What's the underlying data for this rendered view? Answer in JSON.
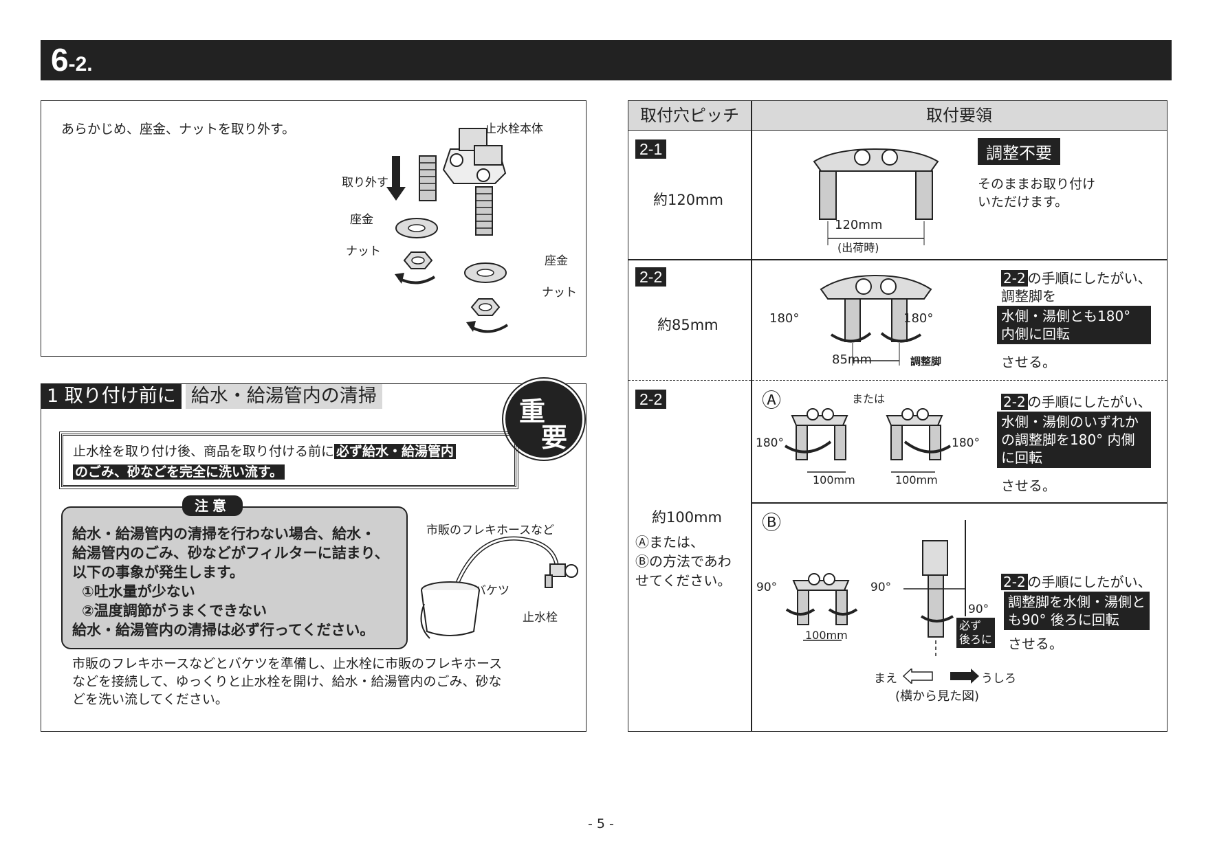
{
  "header": {
    "section_number": "6",
    "section_sub": "-2."
  },
  "panel_remove": {
    "instruction": "あらかじめ、座金、ナットを取り外す。",
    "labels": {
      "valve_body": "止水栓本体",
      "remove": "取り外す",
      "washer_left": "座金",
      "nut_left": "ナット",
      "washer_right": "座金",
      "nut_right": "ナット"
    }
  },
  "panel_clean": {
    "title_number": "1 取り付け前に",
    "title_text": "給水・給湯管内の清掃",
    "badge": [
      "重",
      "要"
    ],
    "notice_line1_plain": "止水栓を取り付け後、商品を取り付ける前に",
    "notice_line1_bold": "必ず給水・給湯管内",
    "notice_line2_bold": "のごみ、砂などを完全に洗い流す。",
    "caution_tab": "注意",
    "caution_lines": [
      "給水・給湯管内の清掃を行わない場合、給水・",
      "給湯管内のごみ、砂などがフィルターに詰まり、",
      "以下の事象が発生します。",
      "①吐水量が少ない",
      "②温度調節がうまくできない",
      "給水・給湯管内の清掃は必ず行ってください。"
    ],
    "figure_labels": {
      "hose": "市販のフレキホースなど",
      "bucket": "バケツ",
      "valve": "止水栓"
    },
    "body_lines": [
      "市販のフレキホースなどとバケツを準備し、止水栓に市販のフレキホース",
      "などを接続して、ゆっくりと止水栓を開け、給水・給湯管内のごみ、砂な",
      "どを洗い流してください。"
    ]
  },
  "table": {
    "col1_header": "取付穴ピッチ",
    "col2_header": "取付要領",
    "row1": {
      "tag": "2-1",
      "pitch": "約120mm",
      "dim": "120mm",
      "dim_note": "(出荷時)",
      "badge": "調整不要",
      "text_lines": [
        "そのままお取り付け",
        "いただけます。"
      ]
    },
    "row2": {
      "tag": "2-2",
      "pitch": "約85mm",
      "angle_left": "180°",
      "angle_right": "180°",
      "dim": "85mm",
      "leg_label": "調整脚",
      "ref_tag": "2-2",
      "ref_text": "の手順にしたがい、",
      "line2": "調整脚を",
      "box_lines": [
        "水側・湯側とも180°",
        "内側に回転"
      ],
      "tail": "させる。"
    },
    "row3": {
      "tag": "2-2",
      "pitch": "約100mm",
      "note_lines": [
        "Ⓐまたは、",
        "Ⓑの方法であわ",
        "せてください。"
      ],
      "a": {
        "marker": "Ⓐ",
        "or_text": "または",
        "angle_left": "180°",
        "angle_right": "180°",
        "dim_left": "100mm",
        "dim_right": "100mm",
        "ref_tag": "2-2",
        "ref_text": "の手順にしたがい、",
        "box_lines": [
          "水側・湯側のいずれか",
          "の調整脚を180° 内側",
          "に回転"
        ],
        "tail": "させる。"
      },
      "b": {
        "marker": "Ⓑ",
        "angle_left": "90°",
        "angle_right": "90°",
        "angle_side": "90°",
        "dim": "100mm",
        "must_lines": [
          "必ず",
          "後ろに"
        ],
        "front": "まえ",
        "back": "うしろ",
        "side_view": "(横から見た図)",
        "ref_tag": "2-2",
        "ref_text": "の手順にしたがい、",
        "box_lines": [
          "調整脚を水側・湯側と",
          "も90° 後ろに回転"
        ],
        "tail": "させる。"
      }
    }
  },
  "page_number": "- 5 -"
}
